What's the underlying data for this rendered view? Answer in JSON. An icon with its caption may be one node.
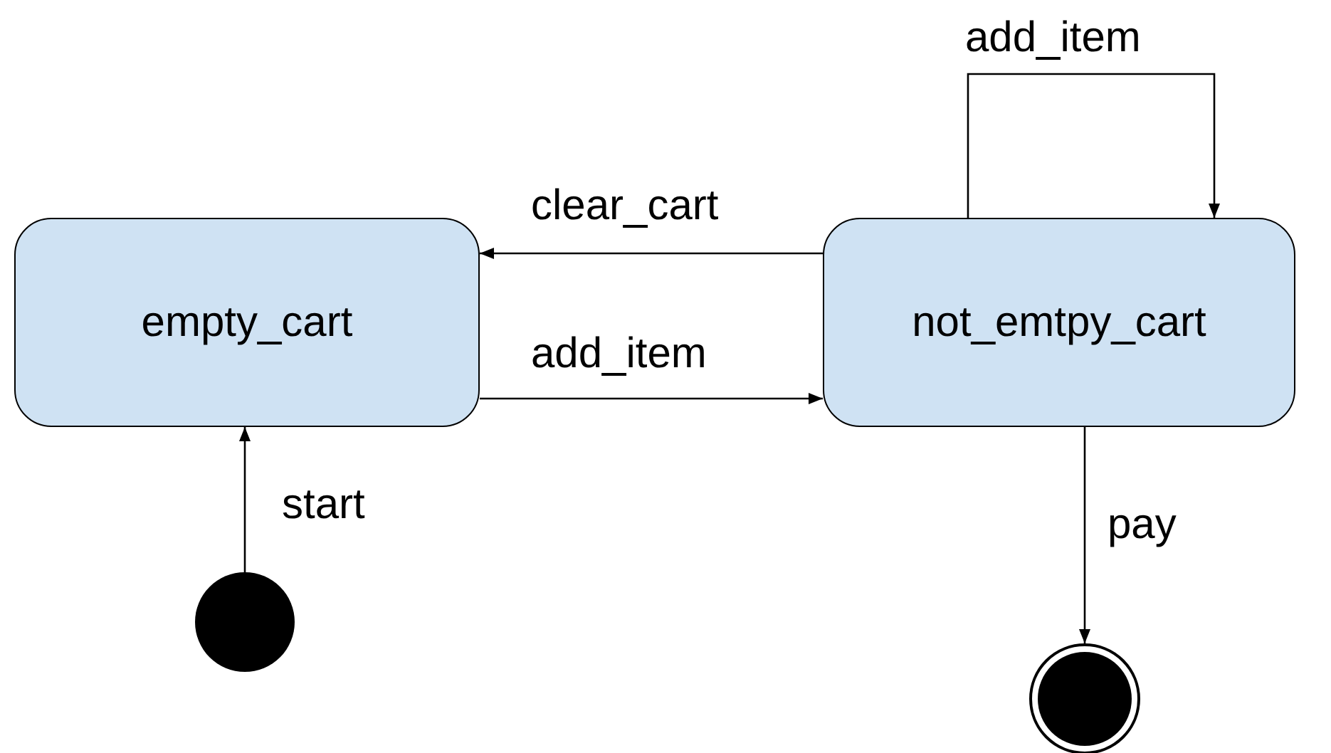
{
  "diagram": {
    "nodes": [
      {
        "text": [
          "empty_cart"
        ]
      },
      {
        "text": [
          "not_emtpy_cart"
        ]
      },
      {
        "text": [],
        "shape": "circle"
      },
      {
        "text": [],
        "shape": "circle"
      }
    ],
    "edges": [
      {
        "from": 1,
        "to": 0,
        "arrow": "to",
        "label": "clear_cart"
      },
      {
        "from": 0,
        "to": 1,
        "arrow": "to",
        "label": "add_item"
      },
      {
        "from": 1,
        "to": 1,
        "arrow": "to",
        "label": "add_item"
      },
      {
        "from": 2,
        "to": 0,
        "arrow": "to",
        "label": "start"
      },
      {
        "from": 1,
        "to": 3,
        "arrow": "to",
        "label": "pay"
      }
    ]
  }
}
